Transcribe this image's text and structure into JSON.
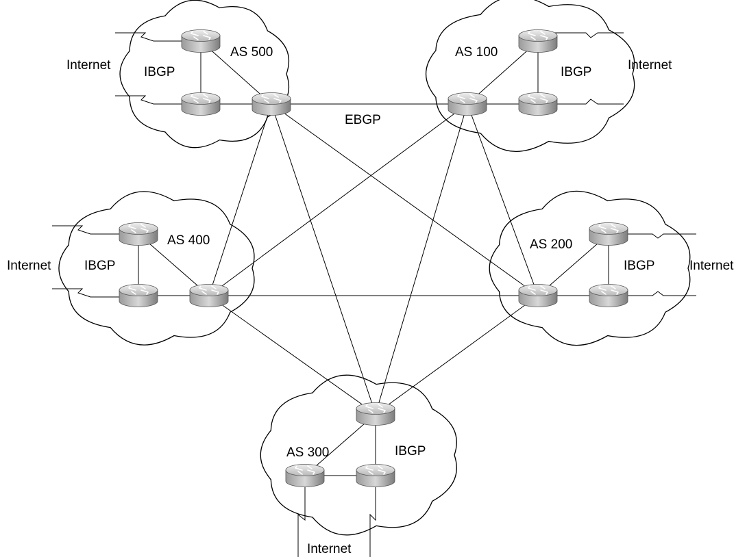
{
  "autonomous_systems": [
    {
      "id": "as500",
      "label": "AS 500",
      "protocol": "IBGP",
      "external": "Internet"
    },
    {
      "id": "as100",
      "label": "AS 100",
      "protocol": "IBGP",
      "external": "Internet"
    },
    {
      "id": "as400",
      "label": "AS 400",
      "protocol": "IBGP",
      "external": "Internet"
    },
    {
      "id": "as200",
      "label": "AS 200",
      "protocol": "IBGP",
      "external": "Internet"
    },
    {
      "id": "as300",
      "label": "AS 300",
      "protocol": "IBGP",
      "external": "Internet"
    }
  ],
  "ebgp_label": "EBGP",
  "routers": [
    {
      "id": "r500a",
      "as": "as500"
    },
    {
      "id": "r500b",
      "as": "as500"
    },
    {
      "id": "r500c",
      "as": "as500"
    },
    {
      "id": "r100a",
      "as": "as100"
    },
    {
      "id": "r100b",
      "as": "as100"
    },
    {
      "id": "r100c",
      "as": "as100"
    },
    {
      "id": "r400a",
      "as": "as400"
    },
    {
      "id": "r400b",
      "as": "as400"
    },
    {
      "id": "r400c",
      "as": "as400"
    },
    {
      "id": "r200a",
      "as": "as200"
    },
    {
      "id": "r200b",
      "as": "as200"
    },
    {
      "id": "r200c",
      "as": "as200"
    },
    {
      "id": "r300a",
      "as": "as300"
    },
    {
      "id": "r300b",
      "as": "as300"
    },
    {
      "id": "r300c",
      "as": "as300"
    }
  ],
  "ibgp_links": [
    [
      "r500a",
      "r500b"
    ],
    [
      "r500a",
      "r500c"
    ],
    [
      "r500b",
      "r500c"
    ],
    [
      "r100a",
      "r100b"
    ],
    [
      "r100a",
      "r100c"
    ],
    [
      "r100b",
      "r100c"
    ],
    [
      "r400a",
      "r400b"
    ],
    [
      "r400a",
      "r400c"
    ],
    [
      "r400b",
      "r400c"
    ],
    [
      "r200a",
      "r200b"
    ],
    [
      "r200a",
      "r200c"
    ],
    [
      "r200b",
      "r200c"
    ],
    [
      "r300a",
      "r300b"
    ],
    [
      "r300a",
      "r300c"
    ],
    [
      "r300b",
      "r300c"
    ]
  ],
  "ebgp_links": [
    [
      "r500c",
      "r100b"
    ],
    [
      "r500c",
      "r400c"
    ],
    [
      "r500c",
      "r200b"
    ],
    [
      "r500c",
      "r300a"
    ],
    [
      "r100b",
      "r400c"
    ],
    [
      "r100b",
      "r200b"
    ],
    [
      "r100b",
      "r300a"
    ],
    [
      "r400c",
      "r200b"
    ],
    [
      "r400c",
      "r300a"
    ],
    [
      "r200b",
      "r300a"
    ]
  ]
}
